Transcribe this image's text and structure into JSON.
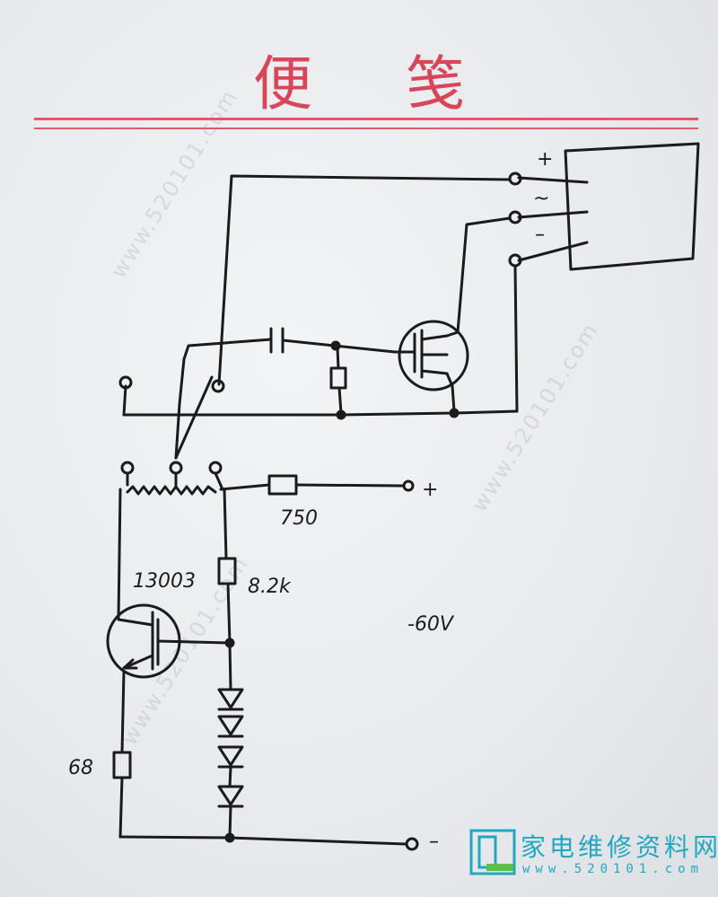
{
  "header": {
    "title_char1": "便",
    "title_char2": "笺"
  },
  "labels": {
    "resistor_750": "750",
    "resistor_8k2": "8.2k",
    "resistor_68": "68",
    "transistor": "13003",
    "voltage": "-60V",
    "terminal_plus": "+",
    "terminal_minus": "–",
    "conn_plus": "+",
    "conn_ac": "~",
    "conn_minus": "–"
  },
  "watermark": {
    "logo_text": "家电维修资料网",
    "url": "www.520101.com",
    "logo_url": "www.520101.com"
  },
  "colors": {
    "ink": "#1b1b1b",
    "letterhead_red": "#d8465a",
    "logo_cyan": "#22a7c0"
  }
}
